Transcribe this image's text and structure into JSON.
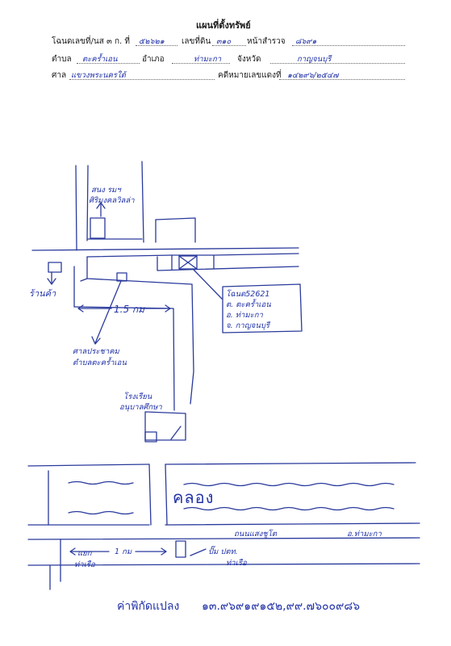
{
  "header": {
    "title": "แผนที่ตั้งทรัพย์",
    "deed_label": "โฉนดเลขที่/นส ๓ ก. ที่",
    "deed_value": "๕๒๖๒๑",
    "land_no_label": "เลขที่ดิน",
    "land_no_value": "๓๑๐",
    "survey_page_label": "หน้าสำรวจ",
    "survey_page_value": "๘๖๙๑",
    "subdistrict_label": "ตำบล",
    "subdistrict_value": "ตะคร้ำเอน",
    "district_label": "อำเภอ",
    "district_value": "ท่ามะกา",
    "province_label": "จังหวัด",
    "province_value": "กาญจนบุรี",
    "court_label": "ศาล",
    "court_value": "แขวงพระนครใต้",
    "case_no_label": "คดีหมายเลขแดงที่",
    "case_no_value": "๑๔๒๙๖/๒๕๔๗"
  },
  "map": {
    "label_coop": "สนง รมฯ",
    "label_coop_2": "ศิริมงคลวิลล่า",
    "label_shop": "ร้านค้า",
    "distance_1": "1.5 กม",
    "label_pavilion": "ศาลประชาคม",
    "label_pavilion_2": "ตำบลตะคร้ำเอน",
    "deed_box_1": "โฉนด52621",
    "deed_box_2": "ต. ตะคร้ำเอน",
    "deed_box_3": "อ. ท่ามะกา",
    "deed_box_4": "จ. กาญจนบุรี",
    "label_school": "โรงเรียน",
    "label_school_2": "อนุบาลศึกษา",
    "label_canal": "คลอง",
    "label_road": "ถนนแสงชูโต",
    "label_town": "อ.ท่ามะกา",
    "label_junction": "แยก",
    "label_junction_2": "ท่าเรือ",
    "distance_2": "1 กม",
    "label_gas": "ปั๊ม ปตท.",
    "label_gas_2": "ท่าเรือ"
  },
  "footer": {
    "coord_label": "ค่าพิกัดแปลง",
    "coord_value": "๑๓.๙๖๙๑๙๑๕๒,๙๙.๗๖๐๐๙๘๖"
  }
}
